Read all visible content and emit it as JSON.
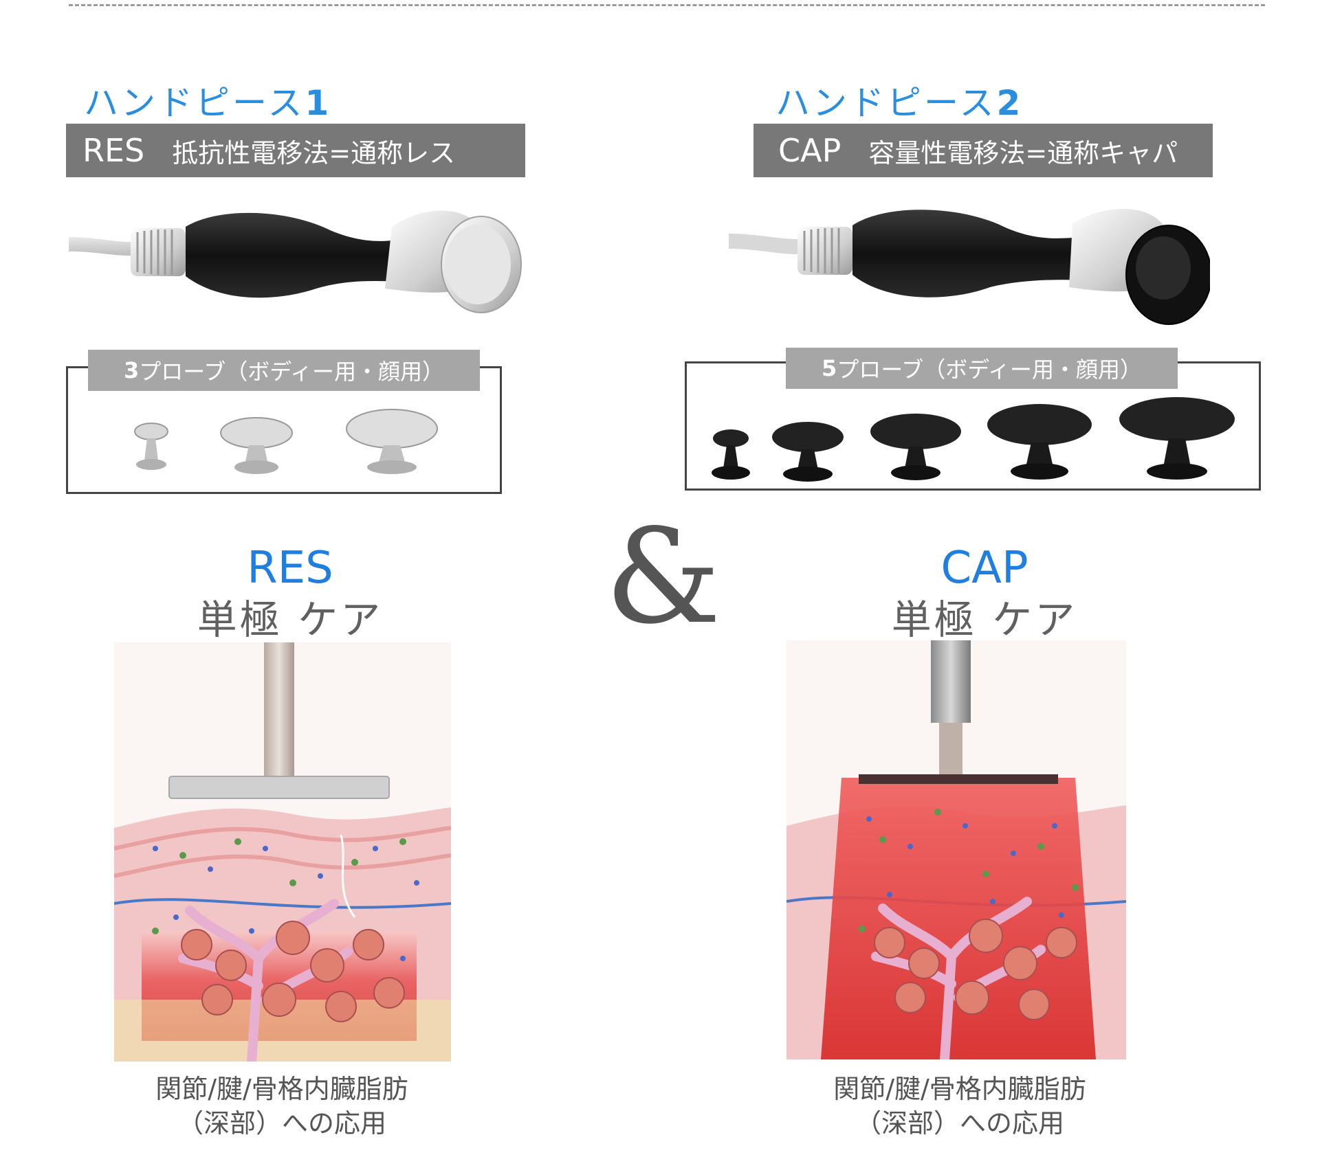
{
  "handpiece1": {
    "title_text": "ハンドピース",
    "title_num": "1",
    "abbr": "RES",
    "description": "抵抗性電移法=通称レス",
    "probe_count": "3",
    "probe_label": "プローブ（ボディー用・顔用）",
    "probe_color": "#c8c8c8"
  },
  "handpiece2": {
    "title_text": "ハンドピース",
    "title_num": "2",
    "abbr": "CAP",
    "description": "容量性電移法=通称キャパ",
    "probe_count": "5",
    "probe_label": "プローブ（ボディー用・顔用）",
    "probe_color": "#1a1a1a"
  },
  "ampersand": "&",
  "modes": [
    {
      "name": "RES",
      "sub": "単極 ケア",
      "caption_line1": "関節/腱/骨格内臓脂肪",
      "caption_line2": "（深部）への応用"
    },
    {
      "name": "CAP",
      "sub": "単極 ケア",
      "caption_line1": "関節/腱/骨格内臓脂肪",
      "caption_line2": "（深部）への応用"
    }
  ],
  "colors": {
    "accent_blue": "#2a8ee0",
    "bar_gray": "#787878",
    "label_gray": "#a6a6a6"
  }
}
